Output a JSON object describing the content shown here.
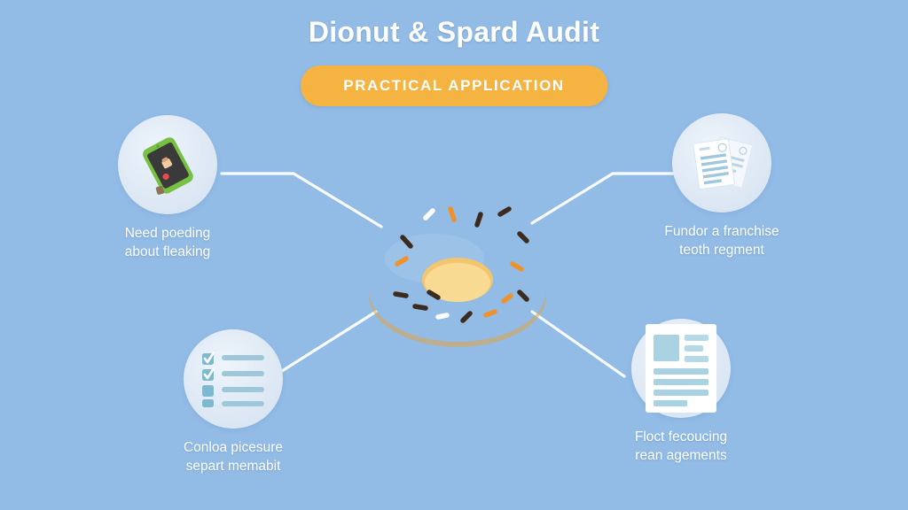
{
  "header": {
    "title": "Dionut & Spard Audit",
    "badge_label": "PRACTICAL APPLICATION"
  },
  "colors": {
    "background": "#92bce6",
    "badge": "#f5b342",
    "text": "#ffffff",
    "node_circle": "#dde8f4",
    "connector": "#ffffff",
    "donut_frosting": "#f5a0bd",
    "donut_frosting_dark": "#e8719c",
    "donut_dough": "#f7d48a",
    "donut_dough_dark": "#e8b75e",
    "sprinkle_brown": "#3d2b1f",
    "sprinkle_orange": "#f0922b",
    "sprinkle_white": "#ffffff"
  },
  "center": {
    "icon": "donut-illustration"
  },
  "nodes": [
    {
      "id": "top-left",
      "icon": "smartphone-icon",
      "label": "Need poeding\nabout fleaking"
    },
    {
      "id": "top-right",
      "icon": "documents-icon",
      "label": "Fundor a franchise\nteoth regment"
    },
    {
      "id": "bottom-left",
      "icon": "checklist-icon",
      "label": "Conloa picesure\nsepart memabit"
    },
    {
      "id": "bottom-right",
      "icon": "document-article-icon",
      "label": "Floct fecoucing\nrean agements"
    }
  ]
}
